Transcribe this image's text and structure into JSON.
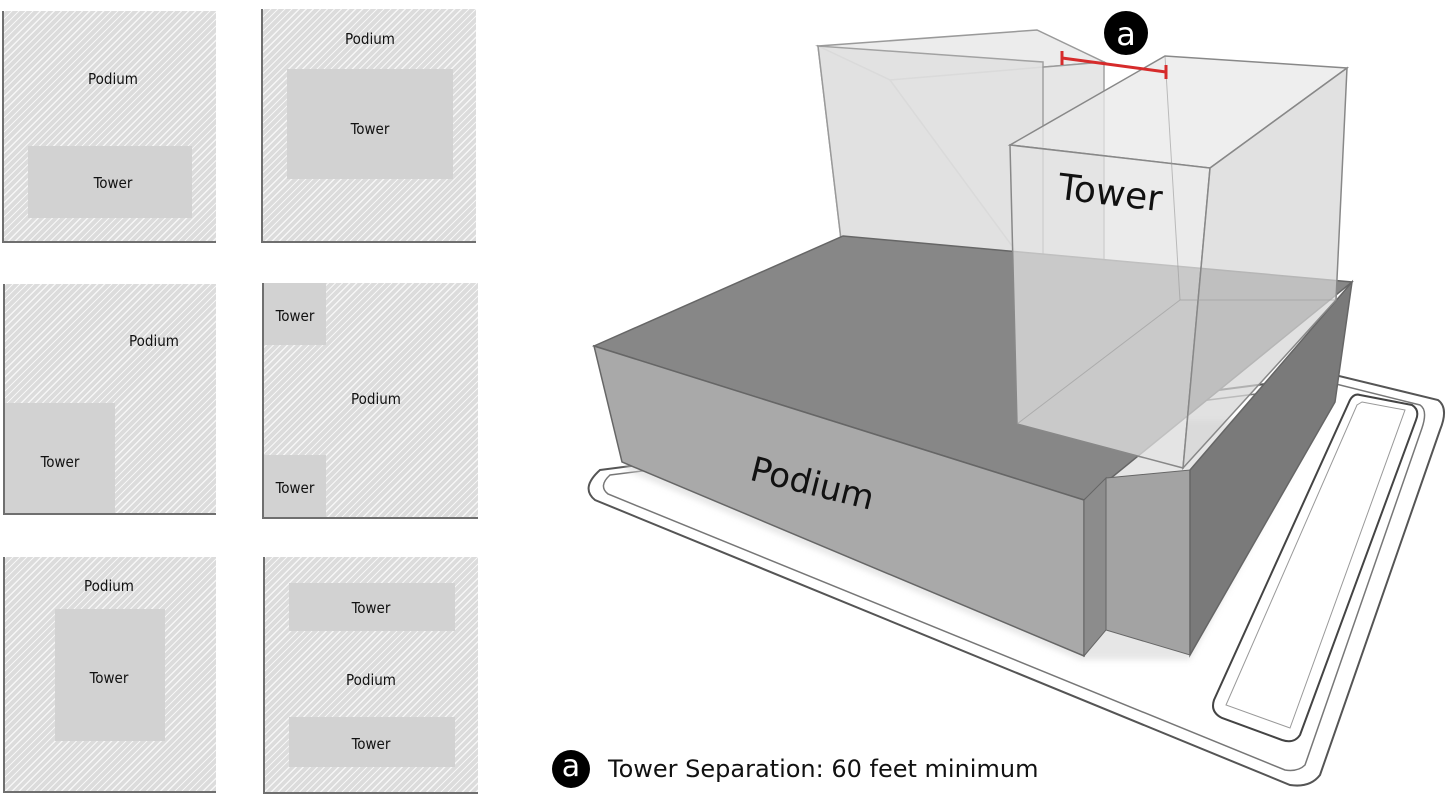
{
  "panels": [
    {
      "podium_label": "Podium",
      "tower_labels": [
        "Tower"
      ]
    },
    {
      "podium_label": "Podium",
      "tower_labels": [
        "Tower"
      ]
    },
    {
      "podium_label": "Podium",
      "tower_labels": [
        "Tower"
      ]
    },
    {
      "podium_label": "Podium",
      "tower_labels": [
        "Tower",
        "Tower"
      ]
    },
    {
      "podium_label": "Podium",
      "tower_labels": [
        "Tower"
      ]
    },
    {
      "podium_label": "Podium",
      "tower_labels": [
        "Tower",
        "Tower"
      ]
    }
  ],
  "iso": {
    "tower_label": "Tower",
    "podium_label": "Podium",
    "marker_letter": "a",
    "separation_line_color": "#d62b2b"
  },
  "legend": {
    "letter": "a",
    "text": "Tower Separation: 60 feet minimum"
  }
}
